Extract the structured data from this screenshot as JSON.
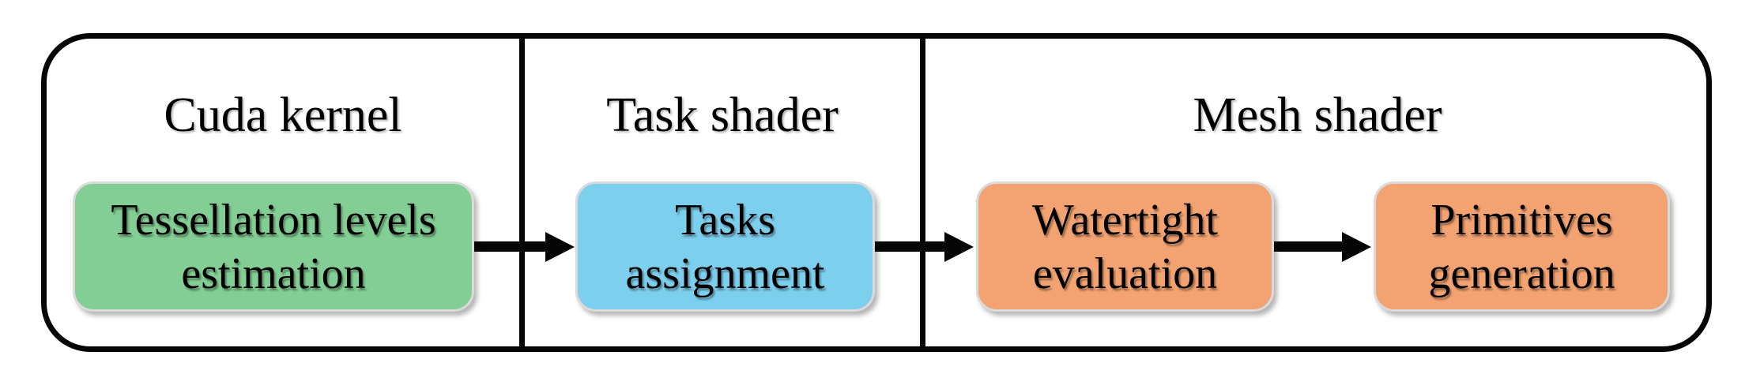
{
  "figure": {
    "type": "pipeline-diagram",
    "background_color": "#ffffff",
    "frame_color": "#050505",
    "box_border_color": "#dadada",
    "sections": [
      {
        "title": "Cuda kernel"
      },
      {
        "title": "Task shader"
      },
      {
        "title": "Mesh shader"
      }
    ],
    "stages": [
      {
        "lines": [
          "Tessellation levels",
          "estimation"
        ],
        "fill": "#82CE94",
        "section": "Cuda kernel"
      },
      {
        "lines": [
          "Tasks",
          "assignment"
        ],
        "fill": "#7DCFEE",
        "section": "Task shader"
      },
      {
        "lines": [
          "Watertight",
          "evaluation"
        ],
        "fill": "#F3A371",
        "section": "Mesh shader"
      },
      {
        "lines": [
          "Primitives",
          "generation"
        ],
        "fill": "#F3A371",
        "section": "Mesh shader"
      }
    ],
    "arrows": [
      {
        "from": "Tessellation levels estimation",
        "to": "Tasks assignment"
      },
      {
        "from": "Tasks assignment",
        "to": "Watertight evaluation"
      },
      {
        "from": "Watertight evaluation",
        "to": "Primitives generation"
      }
    ]
  }
}
